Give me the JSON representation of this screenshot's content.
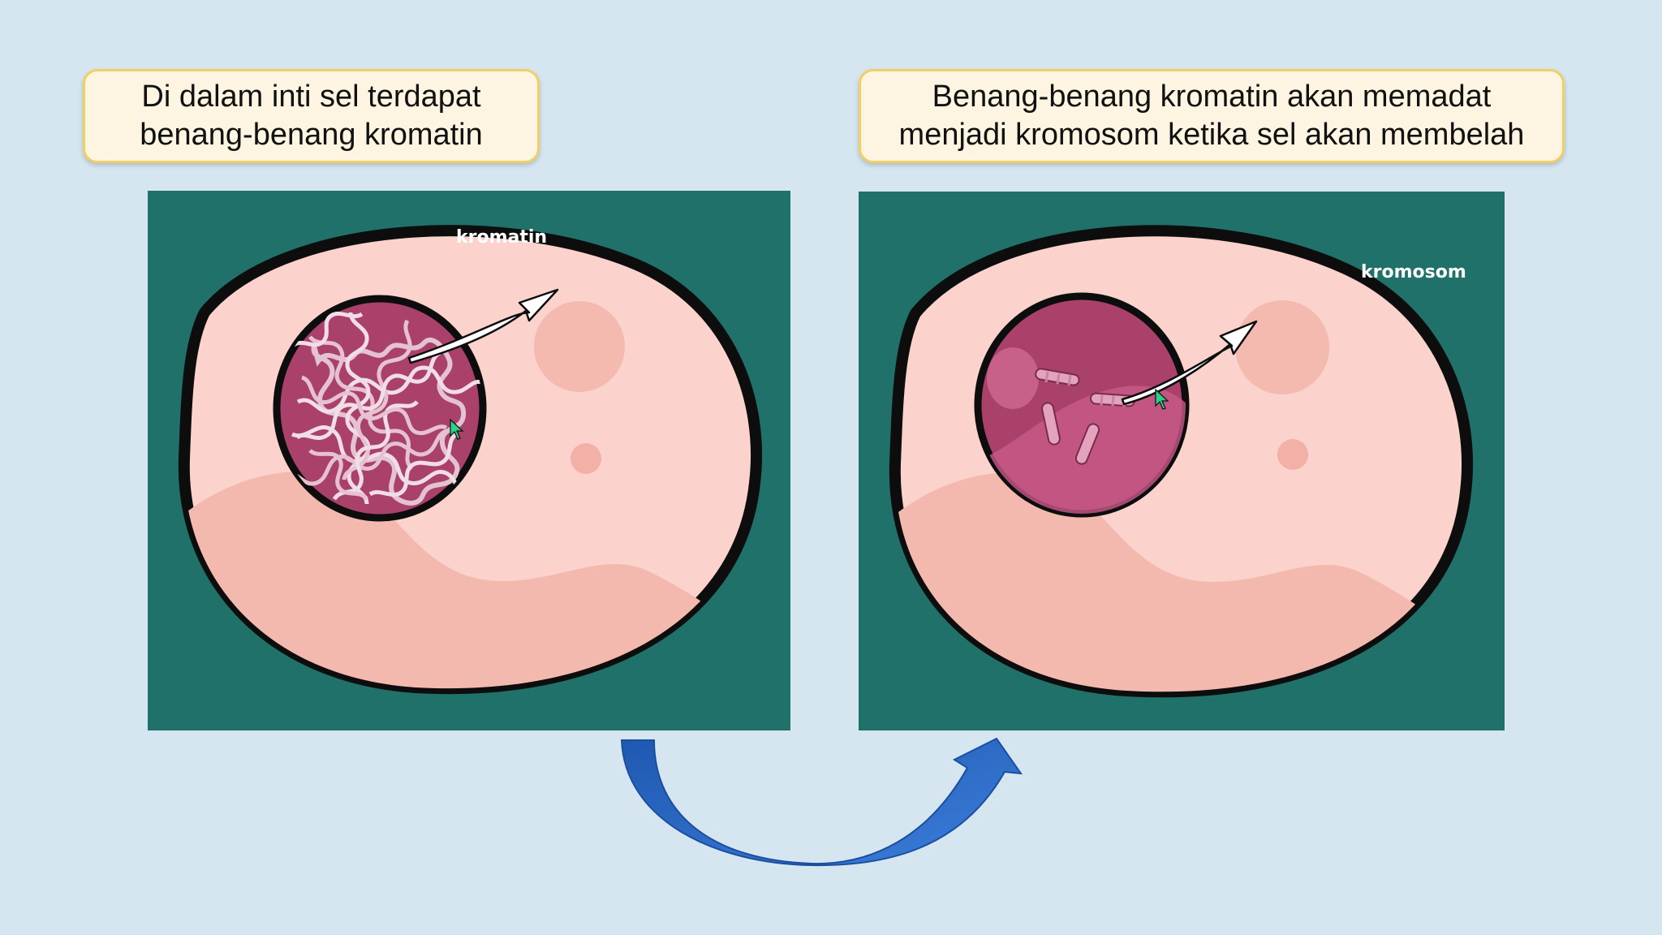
{
  "callouts": {
    "left": {
      "line1": "Di dalam inti sel terdapat",
      "line2": "benang-benang kromatin"
    },
    "right": {
      "line1": "Benang-benang kromatin akan memadat",
      "line2": "menjadi kromosom ketika sel akan membelah"
    }
  },
  "panels": {
    "left": {
      "label": "kromatin"
    },
    "right": {
      "label": "kromosom"
    }
  },
  "colors": {
    "background": "#d5e6f0",
    "panel": "#20716a",
    "callout_fill": "#fdf5e1",
    "callout_border": "#f2cf64",
    "cytoplasm": "#fbd3cc",
    "cytoplasm_shade": "#f4b9ae",
    "nucleus": "#a9416a",
    "arrow_blue": "#3a74d0"
  },
  "icons": {
    "pointer": "mouse-cursor-icon",
    "transition": "curved-arrow-icon"
  }
}
